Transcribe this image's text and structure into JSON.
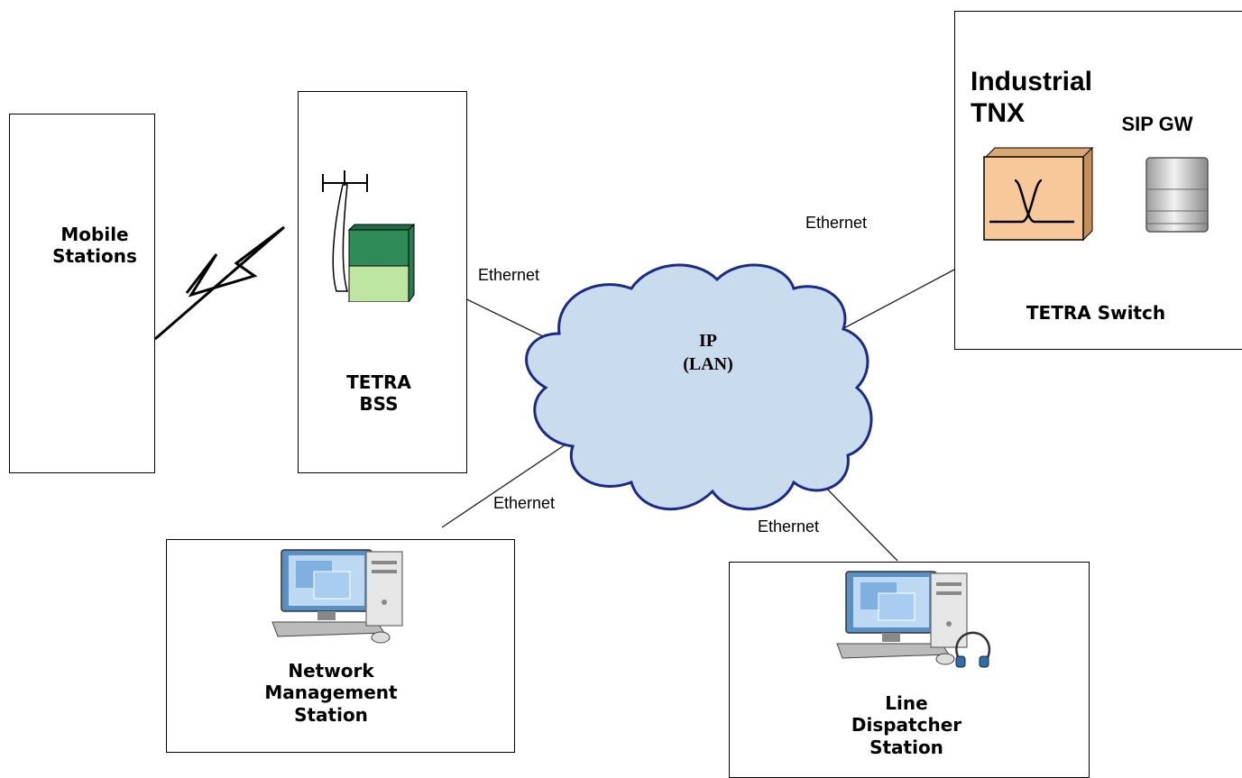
{
  "nodes": {
    "mobile": {
      "label_line1": "Mobile",
      "label_line2": "Stations"
    },
    "bss": {
      "label_line1": "TETRA",
      "label_line2": "BSS"
    },
    "switch": {
      "title_line1": "Industrial",
      "title_line2": "TNX",
      "sip": "SIP GW",
      "label": "TETRA Switch"
    },
    "nms": {
      "line1": "Network",
      "line2": "Management",
      "line3": "Station"
    },
    "dispatcher": {
      "line1": "Line",
      "line2": "Dispatcher",
      "line3": "Station"
    }
  },
  "cloud": {
    "line1": "IP",
    "line2": "(LAN)"
  },
  "links": {
    "bss_eth": "Ethernet",
    "switch_eth": "Ethernet",
    "nms_eth": "Ethernet",
    "dispatcher_eth": "Ethernet"
  },
  "colors": {
    "cloud_fill": "#c9dcee",
    "cloud_edge": "#1a2a8a",
    "tnx_fill": "#f7c99a",
    "bss_top": "#2e8b57",
    "bss_bottom": "#bfe6a0"
  }
}
